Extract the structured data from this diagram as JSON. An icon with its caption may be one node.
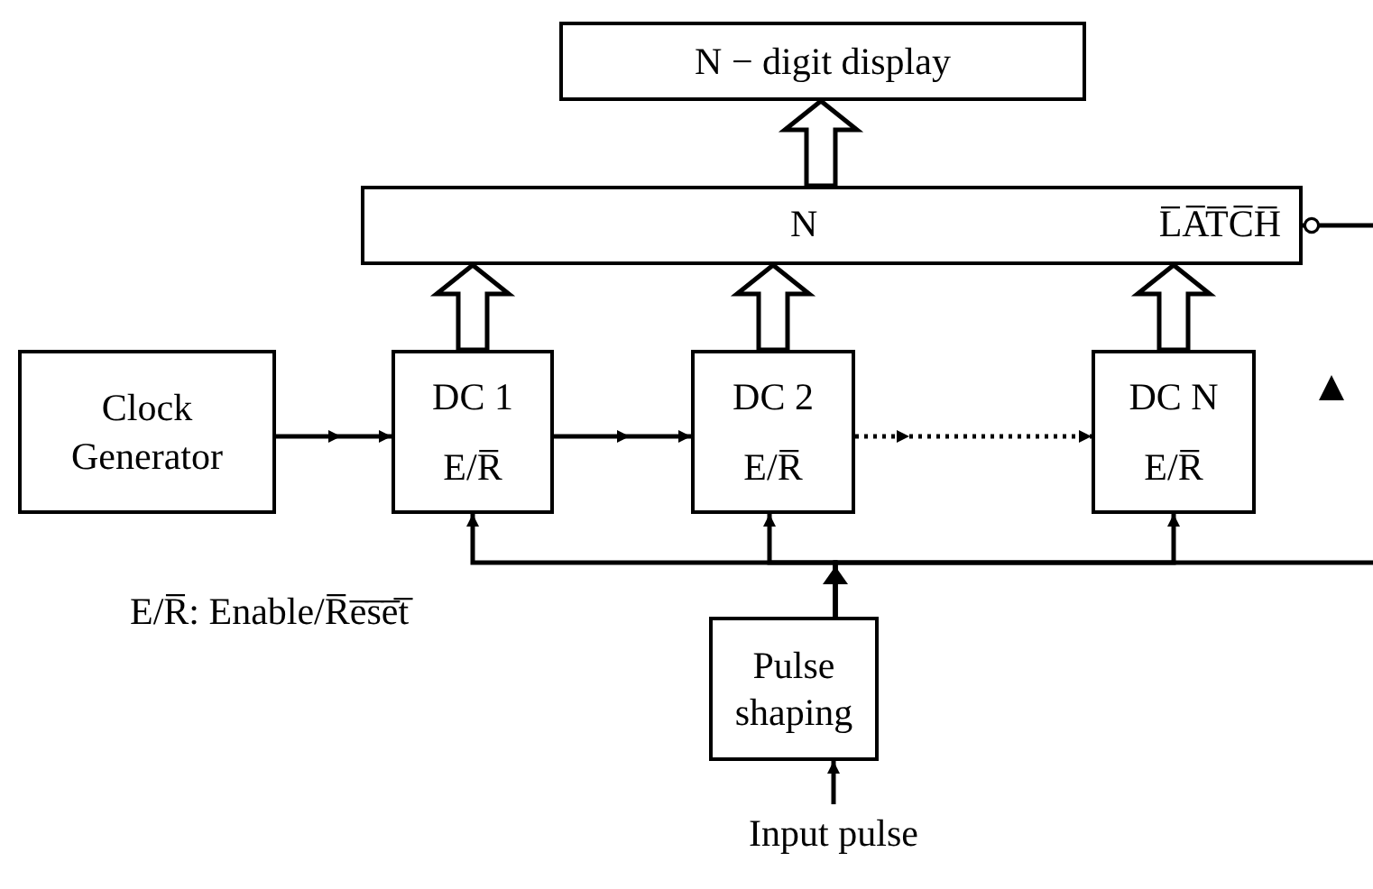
{
  "diagram": {
    "nodes": [
      {
        "text": [
          "N − digit display"
        ]
      },
      {
        "text": [
          "N",
          "L̅A̅T̅C̅H̅"
        ]
      },
      {
        "text": [
          "Clock Generator"
        ]
      },
      {
        "text": [
          "DC 1",
          "E/R̅"
        ]
      },
      {
        "text": [
          "DC 2",
          "E/R̅"
        ]
      },
      {
        "text": [
          "DC N",
          "E/R̅"
        ]
      },
      {
        "text": [
          "Pulse shaping"
        ]
      },
      {
        "text": [
          "Input pulse"
        ]
      }
    ],
    "edges": [
      {
        "from": 1,
        "to": 0,
        "arrow": "to",
        "style": "thick"
      },
      {
        "from": 3,
        "to": 1,
        "arrow": "to",
        "style": "thick"
      },
      {
        "from": 4,
        "to": 1,
        "arrow": "to",
        "style": "thick"
      },
      {
        "from": 5,
        "to": 1,
        "arrow": "to",
        "style": "thick"
      },
      {
        "from": 2,
        "to": 3,
        "arrow": "to"
      },
      {
        "from": 3,
        "to": 4,
        "arrow": "to"
      },
      {
        "from": 4,
        "to": 5,
        "arrow": "to",
        "style": "dashed"
      },
      {
        "from": 6,
        "to": 3,
        "arrow": "to"
      },
      {
        "from": 6,
        "to": 4,
        "arrow": "to"
      },
      {
        "from": 6,
        "to": 5,
        "arrow": "to"
      },
      {
        "from": 6,
        "to": null,
        "arrow": "none"
      },
      {
        "from": 1,
        "to": null,
        "arrow": "other"
      },
      {
        "from": 7,
        "to": 6,
        "arrow": "to"
      }
    ],
    "labels": [
      "E/R̅: Enable/R̅e̅s̅e̅t̅"
    ]
  }
}
